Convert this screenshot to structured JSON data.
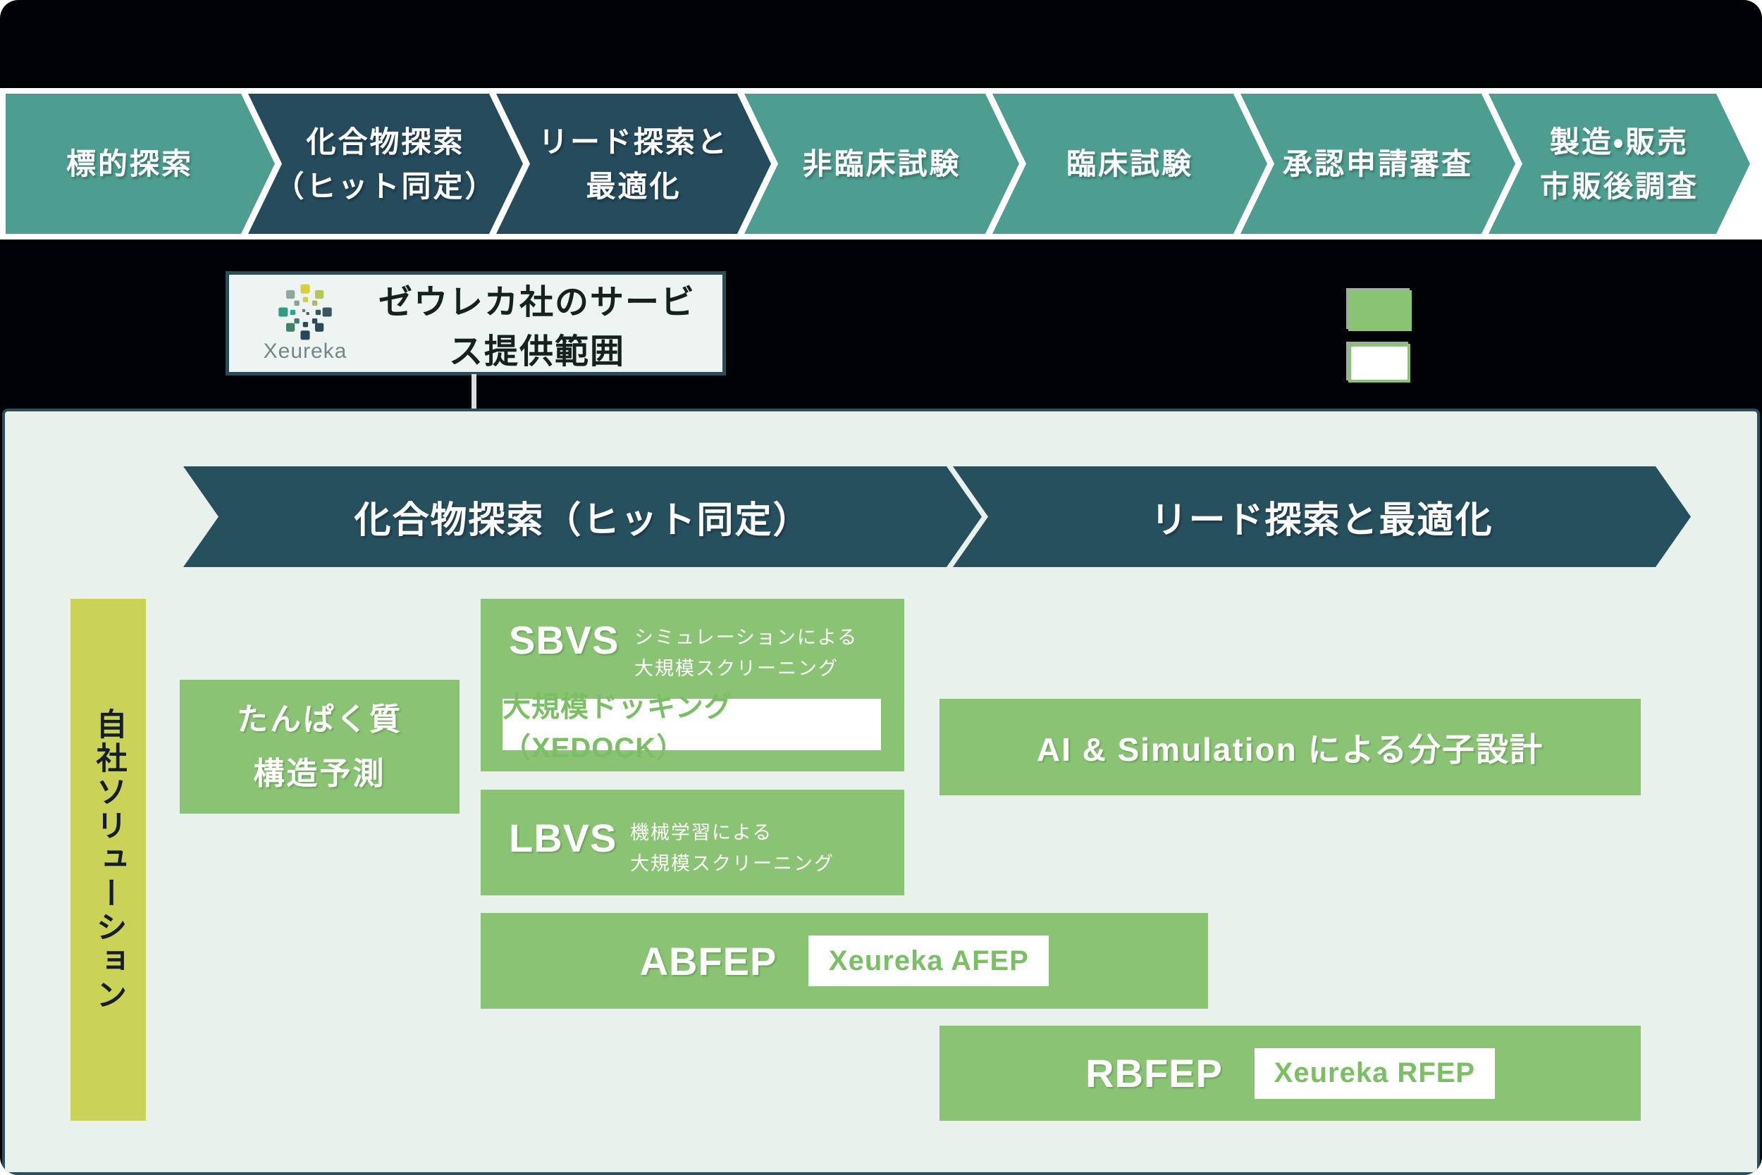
{
  "colors": {
    "teal": "#4d9e90",
    "dark_teal": "#254b5c",
    "banner_dark": "#27505f",
    "panel_bg": "#e9f1ed",
    "solution_green": "#8ac374",
    "chip_text_green": "#7bbf64",
    "sidebar_yellow_green": "#cbd258",
    "white": "#ffffff",
    "background_black": "#000205"
  },
  "pipeline": {
    "stages": [
      {
        "label": "標的探索",
        "variant": "teal",
        "lines": [
          "標的探索"
        ]
      },
      {
        "label": "化合物探索（ヒット同定）",
        "variant": "dark",
        "lines": [
          "化合物探索",
          "（ヒット同定）"
        ]
      },
      {
        "label": "リード探索と最適化",
        "variant": "dark",
        "lines": [
          "リード探索と",
          "最適化"
        ]
      },
      {
        "label": "非臨床試験",
        "variant": "teal",
        "lines": [
          "非臨床試験"
        ]
      },
      {
        "label": "臨床試験",
        "variant": "teal",
        "lines": [
          "臨床試験"
        ]
      },
      {
        "label": "承認申請審査",
        "variant": "teal",
        "lines": [
          "承認申請審査"
        ]
      },
      {
        "label": "製造・販売 市販後調査",
        "variant": "teal",
        "lines": [
          "製造・販売",
          "市販後調査"
        ]
      }
    ]
  },
  "callout": {
    "brand": "Xeureka",
    "label": "ゼウレカ社のサービス提供範囲"
  },
  "legend": {
    "items": [
      {
        "name": "green-filled-swatch",
        "fill": "#8ac374"
      },
      {
        "name": "white-outlined-swatch",
        "fill": "#ffffff",
        "border": "#8ac374"
      }
    ]
  },
  "panel": {
    "banners": [
      {
        "label": "化合物探索（ヒット同定）"
      },
      {
        "label": "リード探索と最適化"
      }
    ],
    "sidebar_label": "自社ソリューション",
    "solutions": {
      "protein": {
        "lines": [
          "たんぱく質",
          "構造予測"
        ]
      },
      "sbvs": {
        "title": "SBVS",
        "subtitle_lines": [
          "シミュレーションによる",
          "大規模スクリーニング"
        ],
        "product": "大規模ドッキング（XEDOCK）"
      },
      "lbvs": {
        "title": "LBVS",
        "subtitle_lines": [
          "機械学習による",
          "大規模スクリーニング"
        ]
      },
      "ai_sim": {
        "title": "AI & Simulation による分子設計"
      },
      "abfep": {
        "title": "ABFEP",
        "product": "Xeureka AFEP"
      },
      "rbfep": {
        "title": "RBFEP",
        "product": "Xeureka RFEP"
      }
    }
  }
}
